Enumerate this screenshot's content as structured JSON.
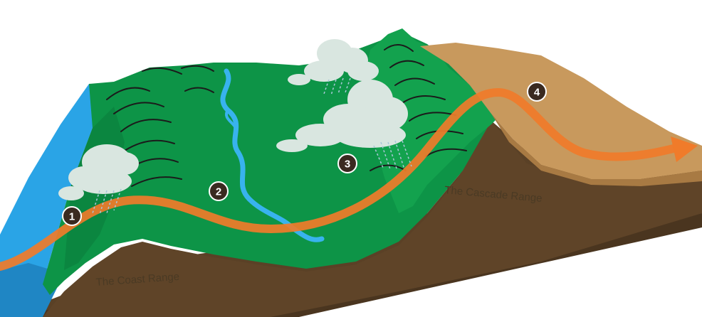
{
  "labels": {
    "coast_range": "The Coast Range",
    "cascade_range": "The Cascade Range"
  },
  "markers": [
    {
      "id": "m1",
      "label": "1"
    },
    {
      "id": "m2",
      "label": "2"
    },
    {
      "id": "m3",
      "label": "3"
    },
    {
      "id": "m4",
      "label": "4"
    }
  ],
  "colors": {
    "ocean": "#2aa4e6",
    "forest": "#0d9447",
    "ridge_lines": "#1b1b1b",
    "earth": "#5a4126",
    "desert": "#c8995d",
    "river": "#38b3ee",
    "airflow": "#f07b2a",
    "cloud": "#d9e6e0",
    "marker_fill": "#3a2a20"
  },
  "icons": {
    "cloud": "cloud-icon",
    "rain": "rain-icon",
    "airflow": "airflow-arrow-icon"
  }
}
